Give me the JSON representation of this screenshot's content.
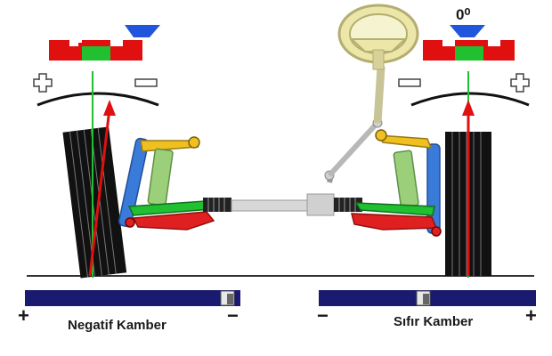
{
  "left_panel": {
    "caption": "Negatif Kamber",
    "gauge_plus": "+",
    "gauge_minus": "−",
    "scale_plus": "+",
    "scale_minus": "−"
  },
  "right_panel": {
    "caption": "Sıfır Kamber",
    "gauge_value": "0⁰",
    "gauge_plus": "+",
    "gauge_minus": "−",
    "scale_plus": "+",
    "scale_minus": "−"
  },
  "colors": {
    "tire": "#111111",
    "gauge_red": "#e01010",
    "gauge_green": "#20c030",
    "indicator_blue": "#2255dd",
    "scale_navy": "#1a1a70",
    "control_arm_yellow": "#f0c020",
    "knuckle_blue": "#3a7ad8",
    "strut_green": "#9ccf7a",
    "lower_arm_red": "#e02020",
    "steering_wheel": "#ece7a8"
  }
}
